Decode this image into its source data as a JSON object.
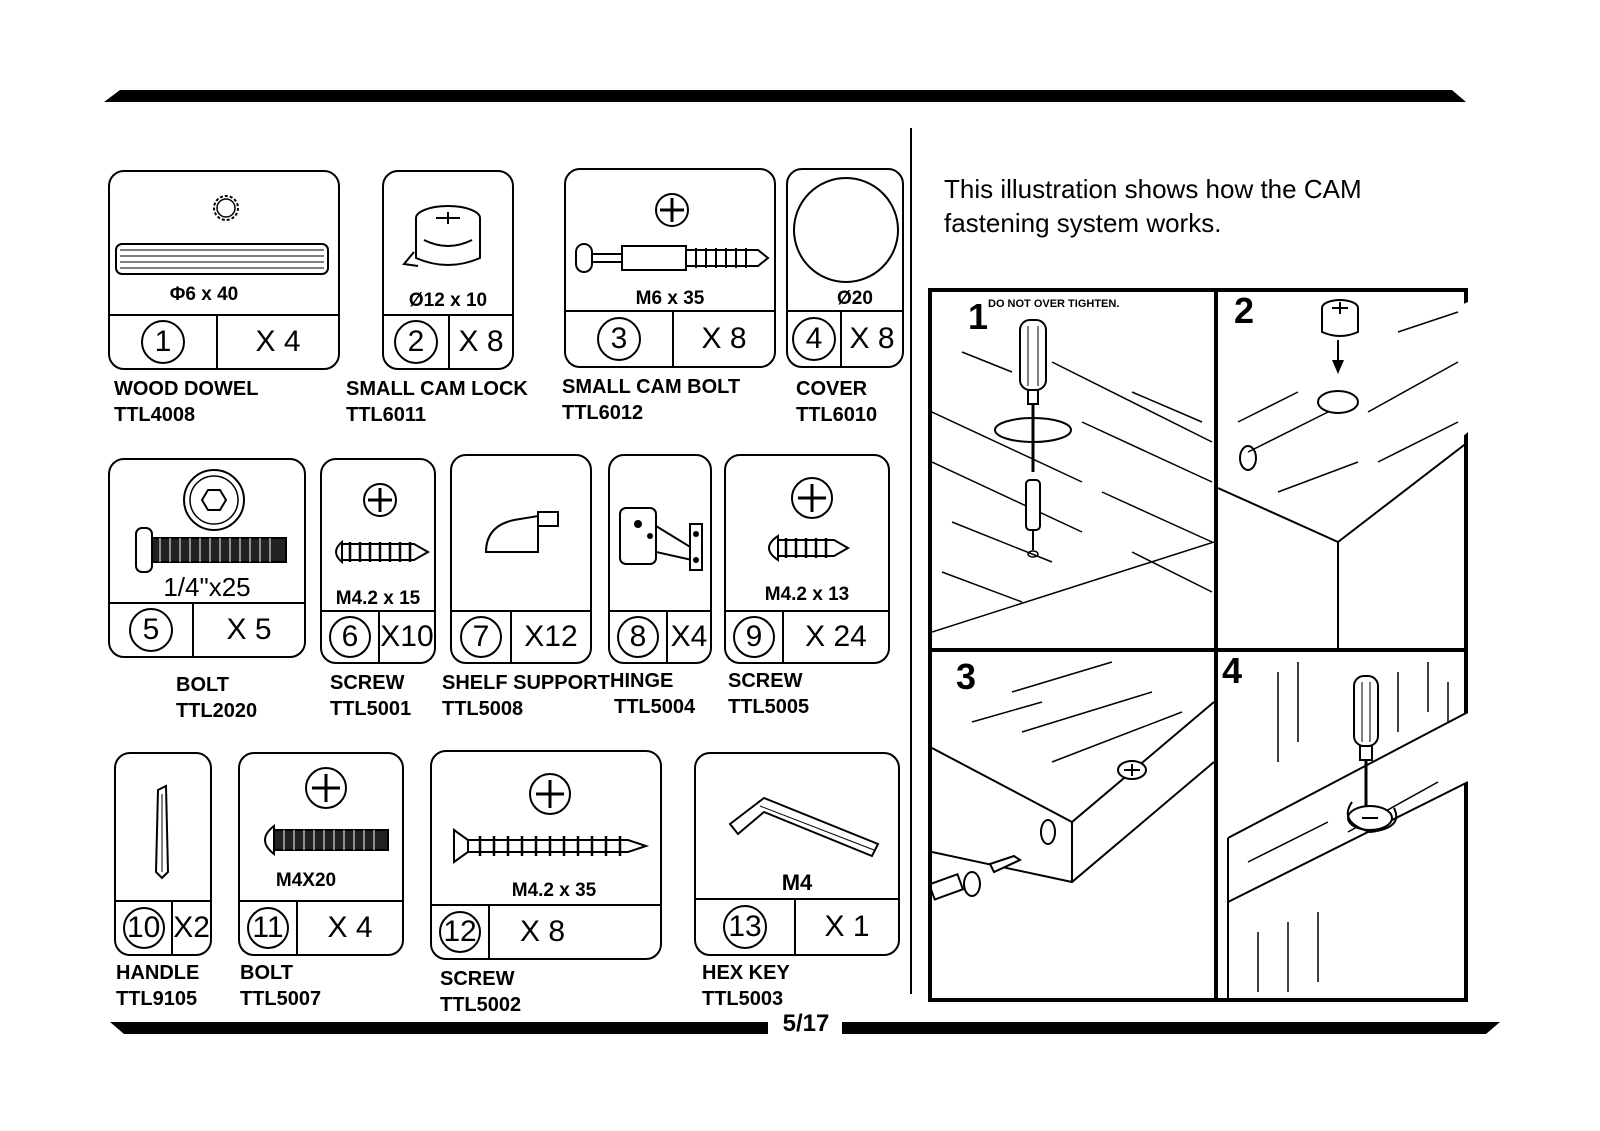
{
  "page_number": "5/17",
  "intro_text": "This illustration shows how the CAM fastening system works.",
  "parts": [
    {
      "num": "1",
      "qty": "X 4",
      "spec": "Φ6 x 40",
      "name": "WOOD DOWEL",
      "code": "TTL4008"
    },
    {
      "num": "2",
      "qty": "X 8",
      "spec": "Ø12 x 10",
      "name": "SMALL CAM LOCK",
      "code": "TTL6011"
    },
    {
      "num": "3",
      "qty": "X 8",
      "spec": "M6 x 35",
      "name": "SMALL CAM BOLT",
      "code": "TTL6012"
    },
    {
      "num": "4",
      "qty": "X 8",
      "spec": "Ø20",
      "name": "COVER",
      "code": "TTL6010"
    },
    {
      "num": "5",
      "qty": "X 5",
      "spec": "1/4\"x25",
      "name": "BOLT",
      "code": "TTL2020"
    },
    {
      "num": "6",
      "qty": "X10",
      "spec": "M4.2 x 15",
      "name": "SCREW",
      "code": "TTL5001"
    },
    {
      "num": "7",
      "qty": "X12",
      "spec": "",
      "name": "SHELF SUPPORT",
      "code": "TTL5008"
    },
    {
      "num": "8",
      "qty": "X4",
      "spec": "",
      "name": "HINGE",
      "code": "TTL5004"
    },
    {
      "num": "9",
      "qty": "X 24",
      "spec": "M4.2 x 13",
      "name": "SCREW",
      "code": "TTL5005"
    },
    {
      "num": "10",
      "qty": "X2",
      "spec": "",
      "name": "HANDLE",
      "code": "TTL9105"
    },
    {
      "num": "11",
      "qty": "X 4",
      "spec": "M4X20",
      "name": "BOLT",
      "code": "TTL5007"
    },
    {
      "num": "12",
      "qty": "X 8",
      "spec": "M4.2 x 35",
      "name": "SCREW",
      "code": "TTL5002"
    },
    {
      "num": "13",
      "qty": "X 1",
      "spec": "M4",
      "name": "HEX KEY",
      "code": "TTL5003"
    }
  ],
  "steps": [
    {
      "num": "1",
      "note": "DO NOT OVER TIGHTEN."
    },
    {
      "num": "2",
      "note": ""
    },
    {
      "num": "3",
      "note": ""
    },
    {
      "num": "4",
      "note": ""
    }
  ]
}
